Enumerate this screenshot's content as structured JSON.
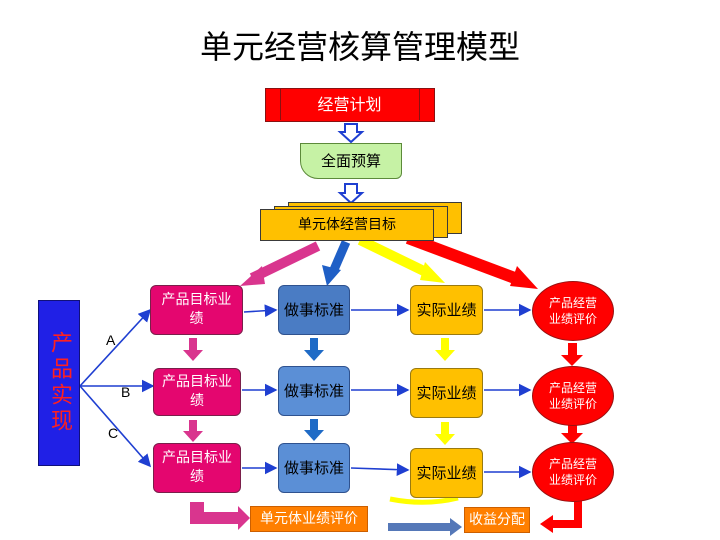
{
  "title": "单元经营核算管理模型",
  "plan": "经营计划",
  "budget": "全面预算",
  "unit_goal": "单元体经营目标",
  "product_realization": "产品实现",
  "branches": [
    "A",
    "B",
    "C"
  ],
  "rows": [
    {
      "target": "产品目标业绩",
      "standard": "做事标准",
      "actual": "实际业绩",
      "evaluation": "产品经营业绩评价"
    },
    {
      "target": "产品目标业绩",
      "standard": "做事标准",
      "actual": "实际业绩",
      "evaluation": "产品经营业绩评价"
    },
    {
      "target": "产品目标业绩",
      "standard": "做事标准",
      "actual": "实际业绩",
      "evaluation": "产品经营业绩评价"
    }
  ],
  "unit_evaluation": "单元体业绩评价",
  "profit_distribution": "收益分配",
  "colors": {
    "pink": "#e4066f",
    "blue": "#5b8fd6",
    "dark_blue": "#2f6bbf",
    "yellow": "#ffc000",
    "red": "#ff0000",
    "orange": "#ff7f00"
  }
}
